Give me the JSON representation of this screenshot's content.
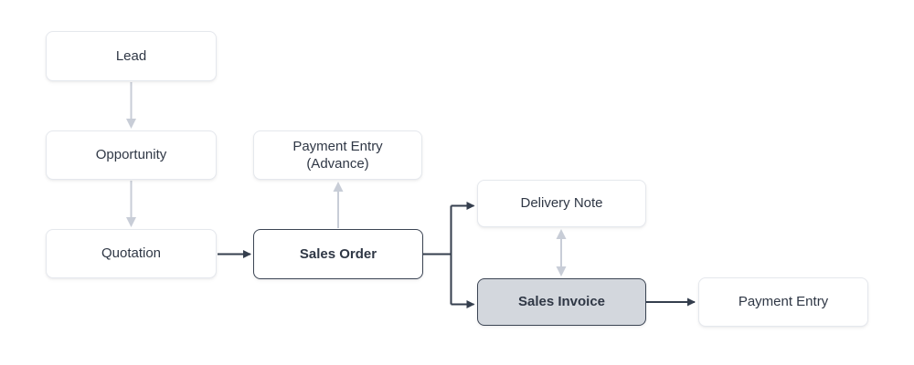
{
  "diagram": {
    "name": "sales-transaction-flow",
    "colors": {
      "background": "#ffffff",
      "node_fill": "#ffffff",
      "node_border": "#e5e8ed",
      "node_text": "#2f3745",
      "emphasis_border": "#3c4554",
      "highlight_fill": "#d3d7dd",
      "dark_arrow": "#343e4d",
      "light_arrow": "#c8cdd7"
    },
    "nodes": [
      {
        "id": "lead",
        "label": "Lead",
        "style": "default"
      },
      {
        "id": "opportunity",
        "label": "Opportunity",
        "style": "default"
      },
      {
        "id": "payment-entry-advance",
        "label": "Payment Entry",
        "label_line2": "(Advance)",
        "style": "default"
      },
      {
        "id": "quotation",
        "label": "Quotation",
        "style": "default"
      },
      {
        "id": "sales-order",
        "label": "Sales Order",
        "style": "emphasis"
      },
      {
        "id": "delivery-note",
        "label": "Delivery Note",
        "style": "default"
      },
      {
        "id": "sales-invoice",
        "label": "Sales Invoice",
        "style": "highlight"
      },
      {
        "id": "payment-entry",
        "label": "Payment Entry",
        "style": "default"
      }
    ],
    "edges": [
      {
        "from": "Lead",
        "to": "Opportunity",
        "style": "light",
        "bidirectional": false
      },
      {
        "from": "Opportunity",
        "to": "Quotation",
        "style": "light",
        "bidirectional": false
      },
      {
        "from": "Quotation",
        "to": "Sales Order",
        "style": "dark",
        "bidirectional": false
      },
      {
        "from": "Sales Order",
        "to": "Payment Entry (Advance)",
        "style": "light",
        "bidirectional": false
      },
      {
        "from": "Sales Order",
        "to": "Delivery Note",
        "style": "dark",
        "bidirectional": false
      },
      {
        "from": "Sales Order",
        "to": "Sales Invoice",
        "style": "dark",
        "bidirectional": false
      },
      {
        "from": "Delivery Note",
        "to": "Sales Invoice",
        "style": "light",
        "bidirectional": true
      },
      {
        "from": "Sales Invoice",
        "to": "Payment Entry",
        "style": "dark",
        "bidirectional": false
      }
    ]
  }
}
